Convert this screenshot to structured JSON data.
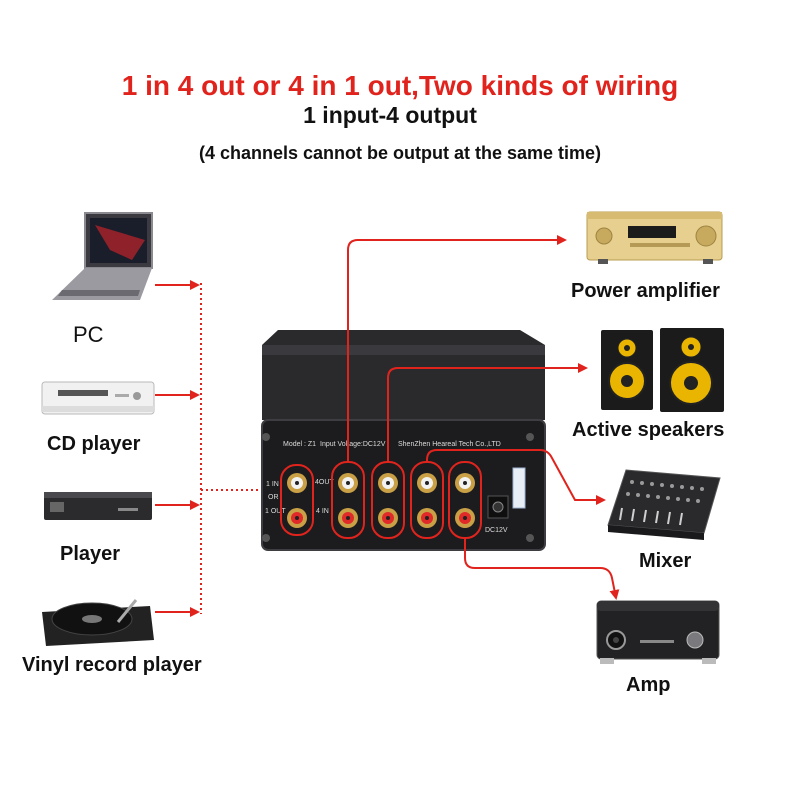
{
  "headline": "1 in 4 out or 4 in 1 out,Two kinds of wiring",
  "subtitle": "1 input-4 output",
  "note": "(4 channels cannot be output at the same time)",
  "sources": [
    {
      "label": "PC"
    },
    {
      "label": "CD player"
    },
    {
      "label": "Player"
    },
    {
      "label": "Vinyl record player"
    }
  ],
  "outputs": [
    {
      "label": "Power amplifier"
    },
    {
      "label": "Active speakers"
    },
    {
      "label": "Mixer"
    },
    {
      "label": "Amp"
    }
  ],
  "device": {
    "model": "Model : Z1",
    "voltage": "Input Voltage:DC12V",
    "maker": "ShenZhen Heareal Tech Co.,LTD",
    "in_label": "1 IN",
    "or_label": "OR",
    "out_label": "1 OUT",
    "out4_label": "4OUT",
    "in4_label": "4 IN",
    "dc_label": "DC12V"
  },
  "colors": {
    "accent_red": "#e0241d",
    "device_body": "#1c1c1e"
  }
}
